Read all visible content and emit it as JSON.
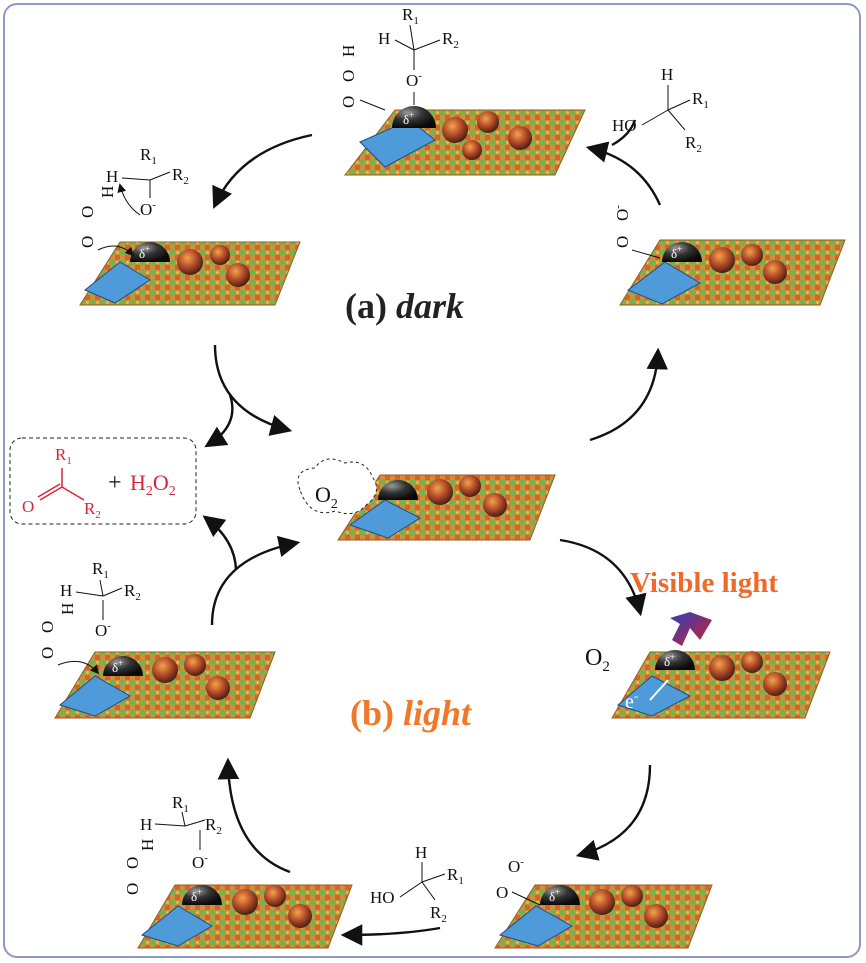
{
  "labels": {
    "dark_a": "(a) ",
    "dark_b": "dark",
    "light_a": "(b) ",
    "light_b": "light",
    "visible_light": "Visible light",
    "o2_free": "O",
    "o2_free_sub": "2",
    "o2_bubble": "O",
    "o2_bubble_sub": "2",
    "product_plus": "+",
    "product_h2o2": "H",
    "product_h2o2_sub1": "2",
    "product_h2o2_o": "O",
    "product_h2o2_sub2": "2",
    "electron": "e",
    "electron_sup": "-",
    "delta_plus": "δ",
    "delta_sup": "+"
  },
  "atoms": {
    "H": "H",
    "O": "O",
    "HO": "HO",
    "R": "R",
    "sub1": "1",
    "sub2": "2",
    "minus": "-"
  },
  "colors": {
    "frame": "#8e98c8",
    "surface_orange": "#d98a3a",
    "surface_green": "#6aa24a",
    "blue_patch": "#4f9ad8",
    "metal_dot": "#2a2a2a",
    "product_red": "#d8263b",
    "light_orange": "#f07828"
  }
}
